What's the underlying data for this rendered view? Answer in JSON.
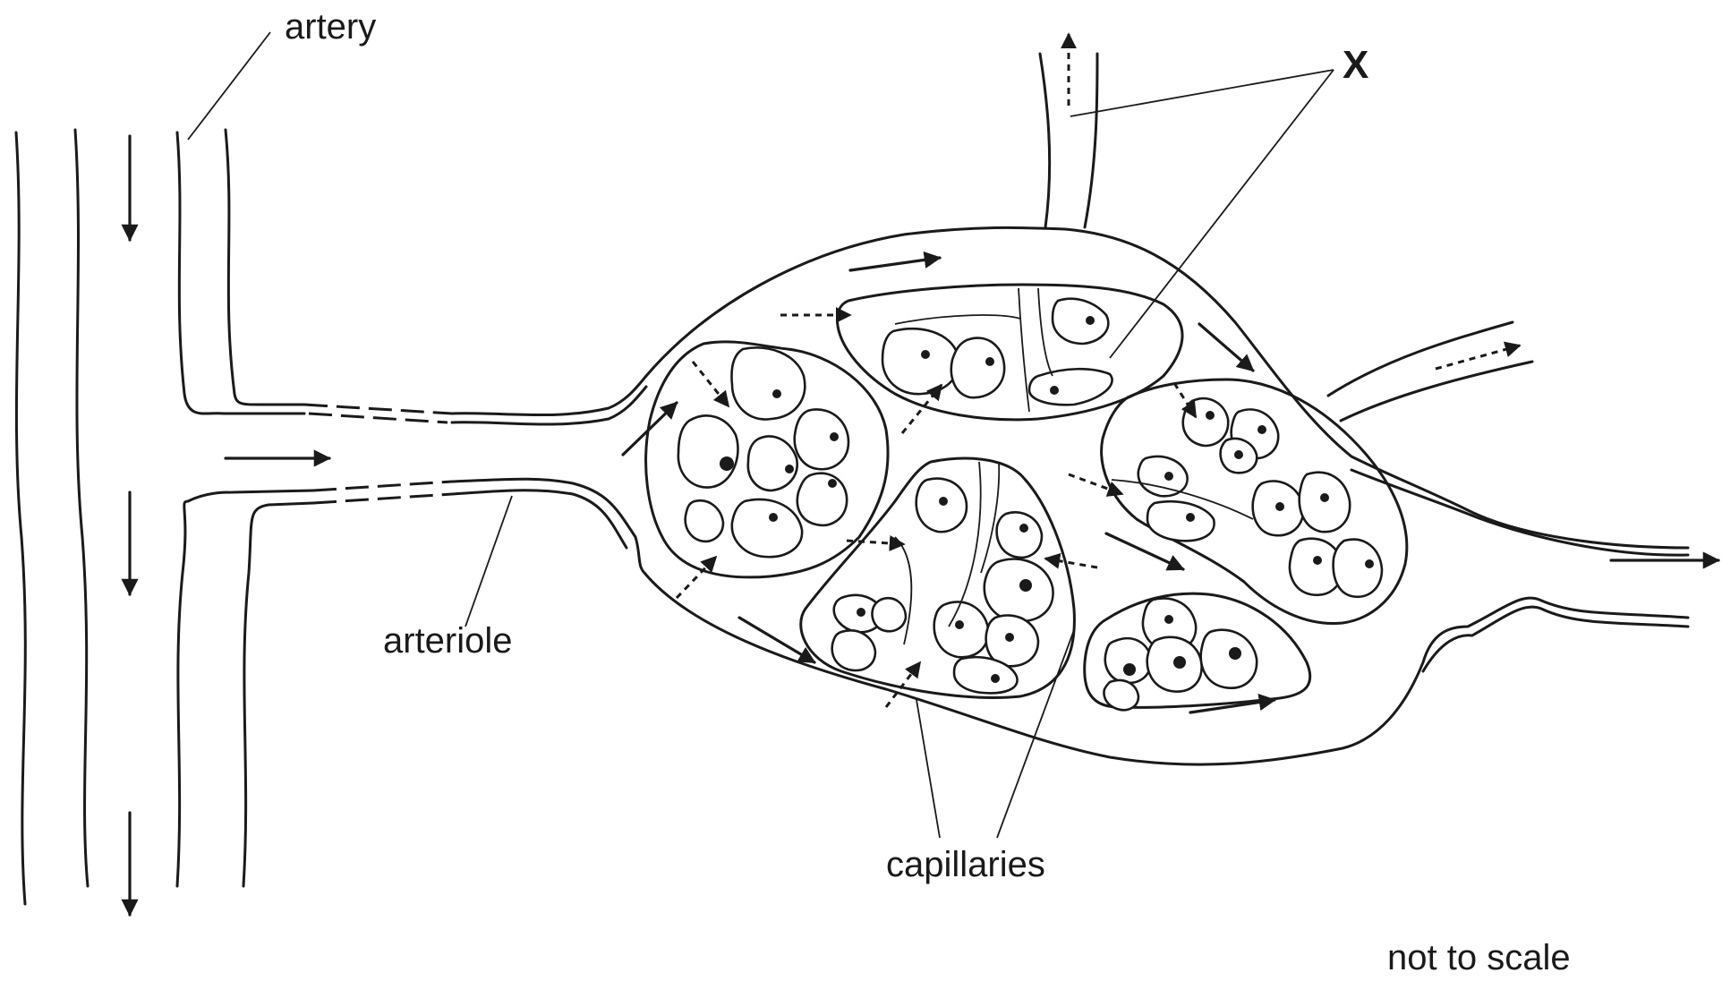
{
  "labels": {
    "artery": "artery",
    "arteriole": "arteriole",
    "x": "X",
    "capillaries": "capillaries",
    "scale_note": "not to scale"
  },
  "colors": {
    "ink": "#1a1a1a",
    "background": "#ffffff"
  }
}
